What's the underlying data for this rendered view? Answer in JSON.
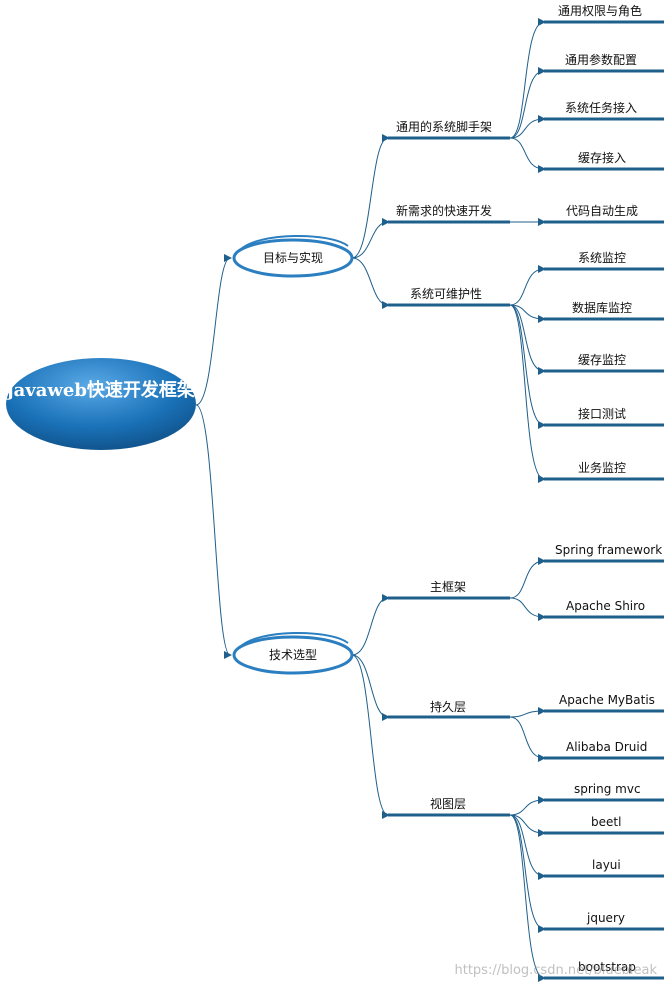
{
  "root": {
    "title": "javaweb快速开发框架"
  },
  "branches": [
    {
      "label": "目标与实现",
      "children": [
        {
          "label": "通用的系统脚手架",
          "children": [
            "通用权限与角色",
            "通用参数配置",
            "系统任务接入",
            "缓存接入"
          ]
        },
        {
          "label": "新需求的快速开发",
          "children": [
            "代码自动生成"
          ]
        },
        {
          "label": "系统可维护性",
          "children": [
            "系统监控",
            "数据库监控",
            "缓存监控",
            "接口测试",
            "业务监控"
          ]
        }
      ]
    },
    {
      "label": "技术选型",
      "children": [
        {
          "label": "主框架",
          "children": [
            "Spring framework",
            "Apache Shiro"
          ]
        },
        {
          "label": "持久层",
          "children": [
            "Apache MyBatis",
            "Alibaba Druid"
          ]
        },
        {
          "label": "视图层",
          "children": [
            "spring mvc",
            "beetl",
            "layui",
            "jquery",
            "bootstrap"
          ]
        }
      ]
    }
  ],
  "watermark": "https://blog.csdn.net/bluebleak",
  "colors": {
    "line": "#1f5f8b",
    "root_fill": "#1a72b8",
    "node_ring": "#2b7fc1"
  }
}
